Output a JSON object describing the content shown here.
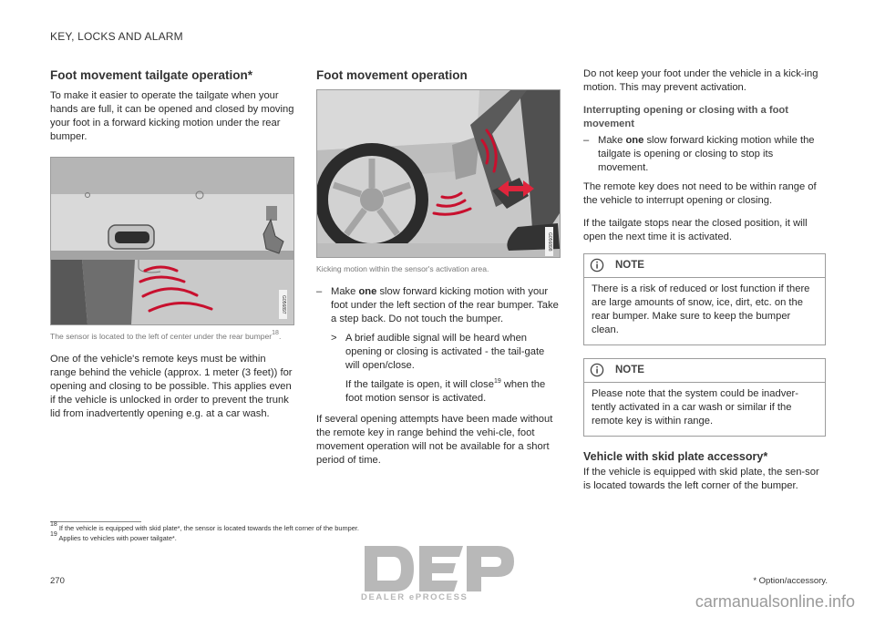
{
  "header": {
    "section": "KEY, LOCKS AND ALARM"
  },
  "col1": {
    "title": "Foot movement tailgate operation",
    "title_mark": "*",
    "intro": "To make it easier to operate the tailgate when your hands are full, it can be opened and closed by moving your foot in a forward kicking motion under the rear bumper.",
    "image1_code": "G056897",
    "caption": "The sensor is located to the left of center under the rear bumper",
    "caption_ref": "18",
    "caption_end": ".",
    "body": "One of the vehicle's remote keys must be within range behind the vehicle (approx. 1 meter (3 feet)) for opening and closing to be possible. This applies even if the vehicle is unlocked in order to prevent the trunk lid from inadvertently opening e.g. at a car wash."
  },
  "col2": {
    "title": "Foot movement operation",
    "image2_code": "G056898",
    "caption": "Kicking motion within the sensor's activation area.",
    "step_dash": "–",
    "step_make": "Make ",
    "step_one": "one",
    "step_rest": " slow forward kicking motion with your foot under the left section of the rear bumper. Take a step back. Do not touch the bumper.",
    "result_marker": ">",
    "result_text": "A brief audible signal will be heard when opening or closing is activated - the tail-gate will open/close.",
    "result_note_a": "If the tailgate is open, it will close",
    "result_note_ref": "19",
    "result_note_b": " when the foot motion sensor is activated.",
    "body": "If several opening attempts have been made without the remote key in range behind the vehi-cle, foot movement operation will not be available for a short period of time."
  },
  "col3": {
    "intro": "Do not keep your foot under the vehicle in a kick-ing motion. This may prevent activation.",
    "subheading": "Interrupting opening or closing with a foot movement",
    "step_dash": "–",
    "step_make": "Make ",
    "step_one": "one",
    "step_rest": " slow forward kicking motion while the tailgate is opening or closing to stop its movement.",
    "p1": "The remote key does not need to be within range of the vehicle to interrupt opening or closing.",
    "p2": "If the tailgate stops near the closed position, it will open the next time it is activated.",
    "note1_title": "NOTE",
    "note1_body": "There is a risk of reduced or lost function if there are large amounts of snow, ice, dirt, etc. on the rear bumper. Make sure to keep the bumper clean.",
    "note2_title": "NOTE",
    "note2_body": "Please note that the system could be inadver-tently activated in a car wash or similar if the remote key is within range.",
    "h_skid": "Vehicle with skid plate accessory",
    "h_skid_mark": "*",
    "skid_body": "If the vehicle is equipped with skid plate, the sen-sor is located towards the left corner of the bumper."
  },
  "footnotes": [
    {
      "num": "18",
      "text": "If the vehicle is equipped with skid plate*, the sensor is located towards the left corner of the bumper."
    },
    {
      "num": "19",
      "text": "Applies to vehicles with power tailgate*."
    }
  ],
  "footer": {
    "page": "270",
    "option_note": "* Option/accessory.",
    "watermark_logo": "DEP",
    "watermark_sub": "DEALER ePROCESS",
    "watermark_site": "carmanualsonline.info"
  },
  "colors": {
    "signal_red": "#c8102e",
    "arrow_red": "#e0253c",
    "border": "#9c9c9c"
  }
}
